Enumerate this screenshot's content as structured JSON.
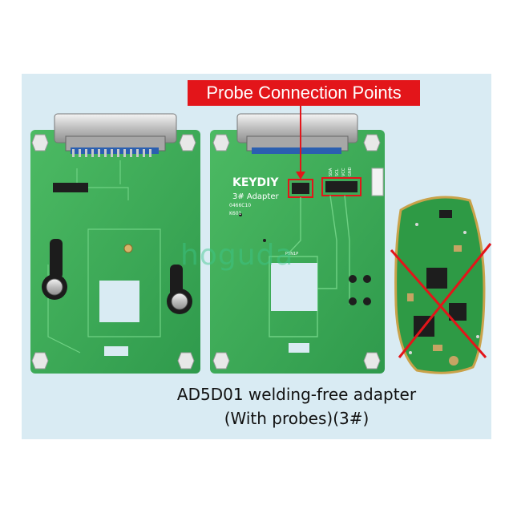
{
  "callout": {
    "label": "Probe Connection Points",
    "color": "#e3151a"
  },
  "caption": {
    "line1": "AD5D01 welding-free adapter",
    "line2": "(With probes)(3#)"
  },
  "watermark": "hoguda",
  "board_right": {
    "brand": "KEYDIY",
    "model": "3# Adapter",
    "code1": "0466C10",
    "code2": "K601",
    "connector_label": "P5N1P",
    "pin_labels": [
      "SDA",
      "SCL",
      "VCC",
      "GND"
    ]
  },
  "colors": {
    "pcb_green": "#3fae5a",
    "background_panel": "#d9ebf3",
    "cross": "#e3151a"
  }
}
